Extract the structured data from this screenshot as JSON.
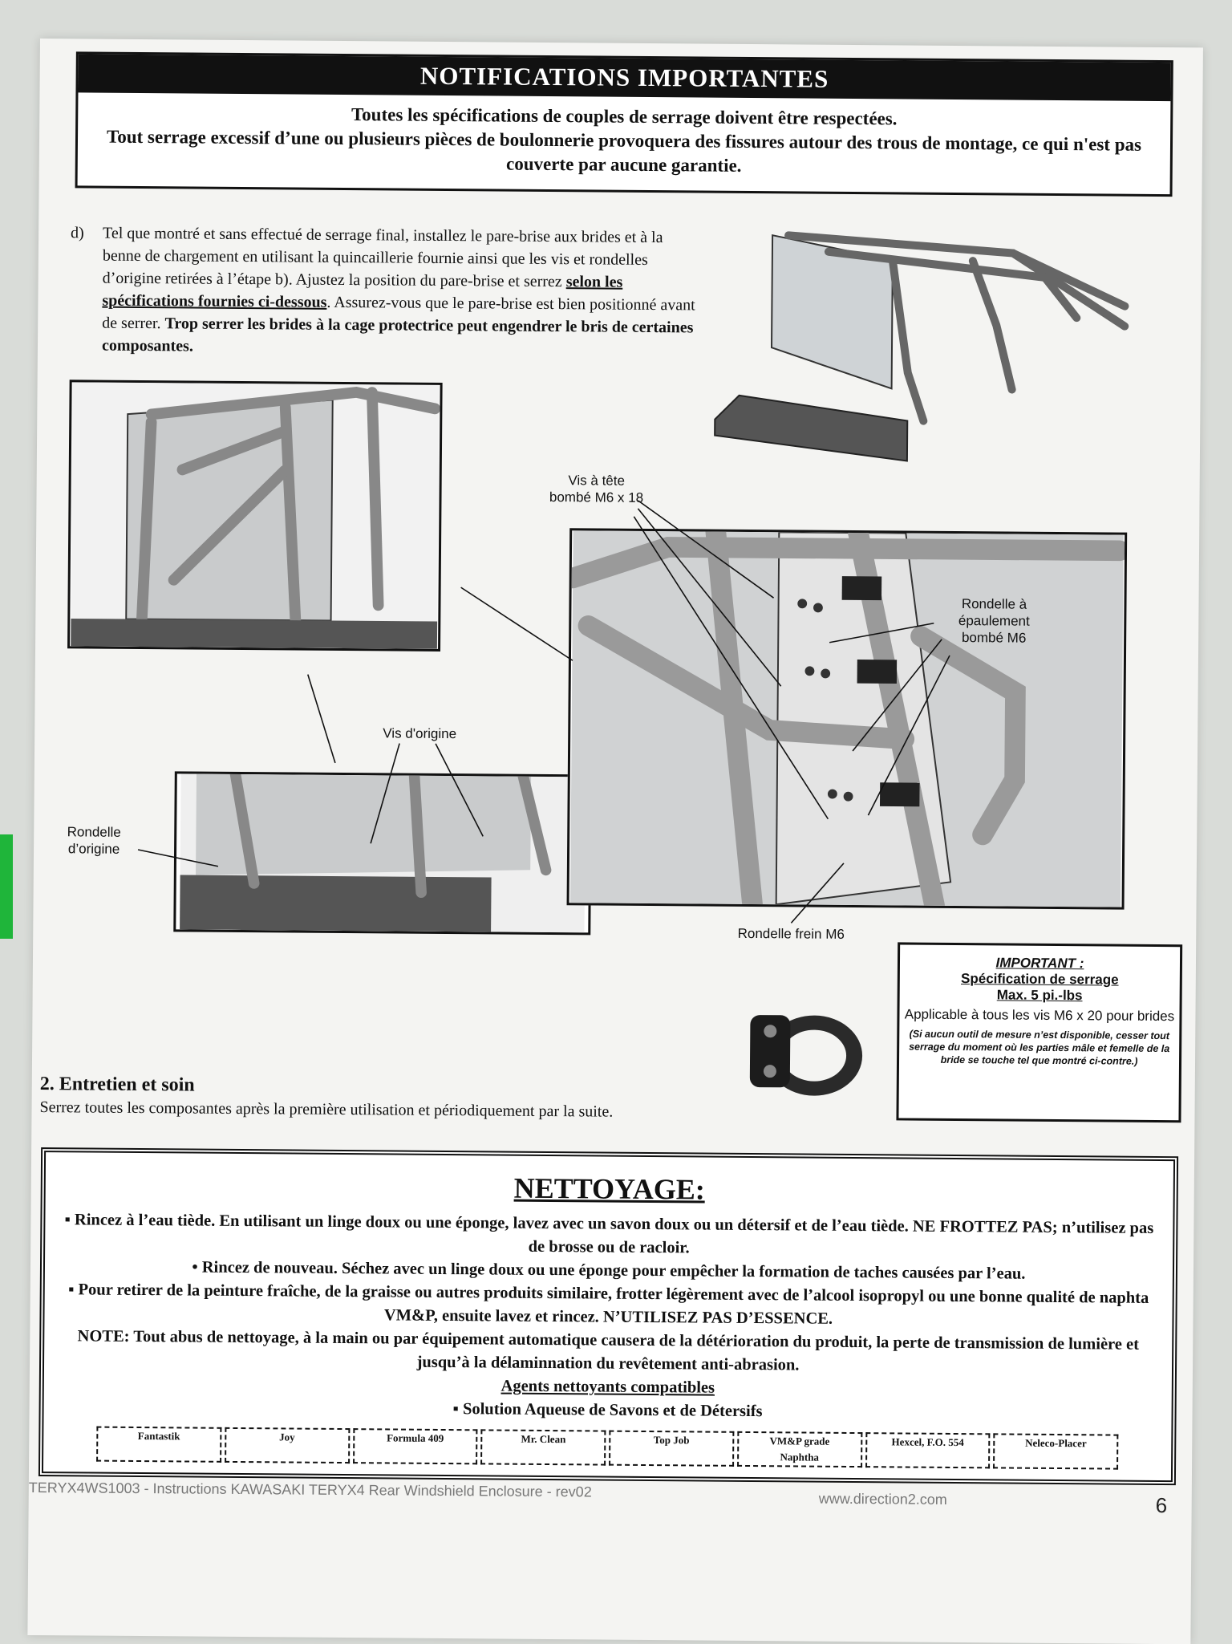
{
  "notice": {
    "title": "NOTIFICATIONS IMPORTANTES",
    "line1": "Toutes les spécifications de couples de serrage doivent être respectées.",
    "line2": "Tout serrage excessif d’une ou plusieurs pièces de boulonnerie provoquera des fissures autour des trous de montage, ce qui n'est pas couverte par aucune garantie."
  },
  "step_d": {
    "letter": "d)",
    "text_a": "Tel que montré et sans effectué de serrage final, installez le pare-brise aux brides et à la benne de chargement en utilisant la quincaillerie fournie ainsi que les vis et rondelles d’origine retirées à l’étape b). Ajustez la position du pare-brise et serrez ",
    "text_underline": "selon les spécifications fournies ci-dessous",
    "text_b": ". Assurez-vous que le pare-brise est bien positionné avant de serrer. ",
    "text_bold": "Trop serrer les brides à la cage protectrice peut engendrer le bris de certaines composantes."
  },
  "callouts": {
    "vis_tete": "Vis à tête bombé M6 x 18",
    "rondelle_epaulement": "Rondelle à épaulement bombé M6",
    "vis_origine": "Vis d'origine",
    "rondelle_origine": "Rondelle d’origine",
    "rondelle_frein": "Rondelle frein M6"
  },
  "important": {
    "header": "IMPORTANT :",
    "spec": "Spécification de serrage",
    "max": "Max. 5 pi.-lbs",
    "applicable": "Applicable à tous les vis M6 x 20 pour brides",
    "note": "(Si aucun outil de mesure n’est disponible, cesser tout serrage du moment où les parties mâle et femelle de la bride se touche tel que montré ci-contre.)"
  },
  "section2": {
    "heading": "2.  Entretien et soin",
    "text": "Serrez toutes les composantes après la première utilisation et périodiquement par la suite."
  },
  "cleaning": {
    "title": "NETTOYAGE:",
    "p1": "▪ Rincez à l’eau tiède.  En utilisant un linge doux ou une éponge, lavez avec un savon doux ou un détersif et de l’eau tiède. NE FROTTEZ PAS; n’utilisez pas de brosse ou de racloir.",
    "p2": "•   Rincez de nouveau. Séchez avec un linge doux ou une éponge pour empêcher la formation de taches causées par l’eau.",
    "p3": "▪ Pour retirer de la peinture fraîche, de la graisse ou autres produits similaire, frotter légèrement avec de l’alcool isopropyl ou une bonne qualité de naphta VM&P, ensuite lavez et rincez.  N’UTILISEZ PAS D’ESSENCE.",
    "p4": "NOTE: Tout abus de nettoyage, à la main ou par équipement automatique causera de la détérioration du produit, la perte de transmission de lumière et jusqu’à la délaminnation du revêtement anti-abrasion.",
    "agents": "Agents nettoyants compatibles",
    "solution": "▪     Solution Aqueuse de Savons et de Détersifs",
    "brands": [
      "Fantastik",
      "Joy",
      "Formula 409",
      "Mr. Clean",
      "Top Job",
      "VM&P grade Naphtha",
      "Hexcel, F.O. 554",
      "Neleco-Placer"
    ]
  },
  "footer": {
    "doc": "TERYX4WS1003 - Instructions KAWASAKI TERYX4 Rear Windshield Enclosure - rev02",
    "site": "www.direction2.com",
    "page": "6"
  }
}
